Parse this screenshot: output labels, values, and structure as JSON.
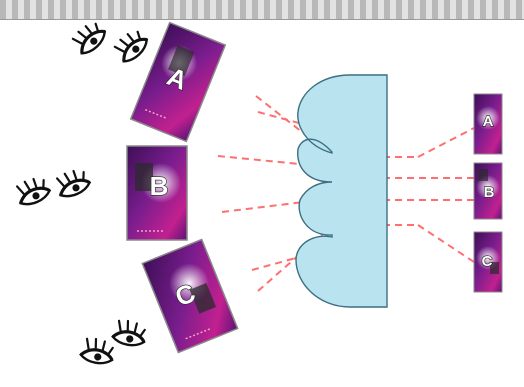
{
  "cards": [
    {
      "letter": "A"
    },
    {
      "letter": "B"
    },
    {
      "letter": "C"
    }
  ],
  "output_cards": [
    {
      "letter": "A"
    },
    {
      "letter": "B"
    },
    {
      "letter": "C"
    }
  ],
  "colors": {
    "lens_fill": "#b9e4ef",
    "lens_stroke": "#3c6f82",
    "ray": "#ff6f6f",
    "card_purple": "#6d1b87",
    "card_magenta": "#c2208f",
    "card_border": "#8a8a8a"
  },
  "icons": [
    "eye-icon"
  ]
}
